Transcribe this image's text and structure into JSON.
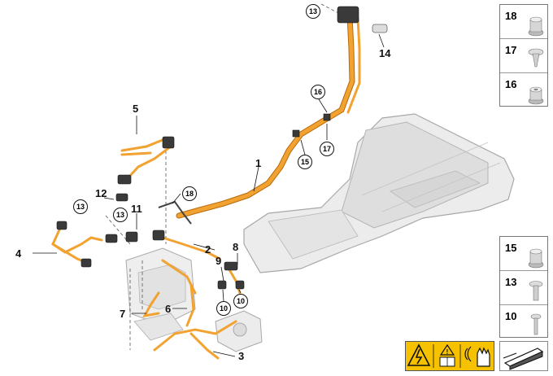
{
  "callouts": {
    "c1": "1",
    "c2": "2",
    "c3": "3",
    "c4": "4",
    "c5": "5",
    "c6": "6",
    "c7": "7",
    "c8": "8",
    "c9": "9",
    "c11": "11",
    "c12": "12",
    "c14": "14"
  },
  "circled": {
    "r13_top": "13",
    "r16": "16",
    "r17": "17",
    "r15": "15",
    "r18": "18",
    "r13_left": "13",
    "r13_mid": "13",
    "r10_a": "10",
    "r10_b": "10"
  },
  "legend_top": [
    {
      "num": "18",
      "part": "flange-nut-icon"
    },
    {
      "num": "17",
      "part": "expanding-rivet-icon"
    },
    {
      "num": "16",
      "part": "hex-nut-collar-icon"
    }
  ],
  "legend_bottom": [
    {
      "num": "15",
      "part": "flange-nut-icon"
    },
    {
      "num": "13",
      "part": "screw-washer-icon"
    },
    {
      "num": "10",
      "part": "screw-icon"
    }
  ],
  "colors": {
    "cable": "#f2a230",
    "cable_edge": "#b86b0a",
    "housing": "#e9e9e9",
    "housing_edge": "#a8a8a8",
    "warning": "#f6c200"
  }
}
